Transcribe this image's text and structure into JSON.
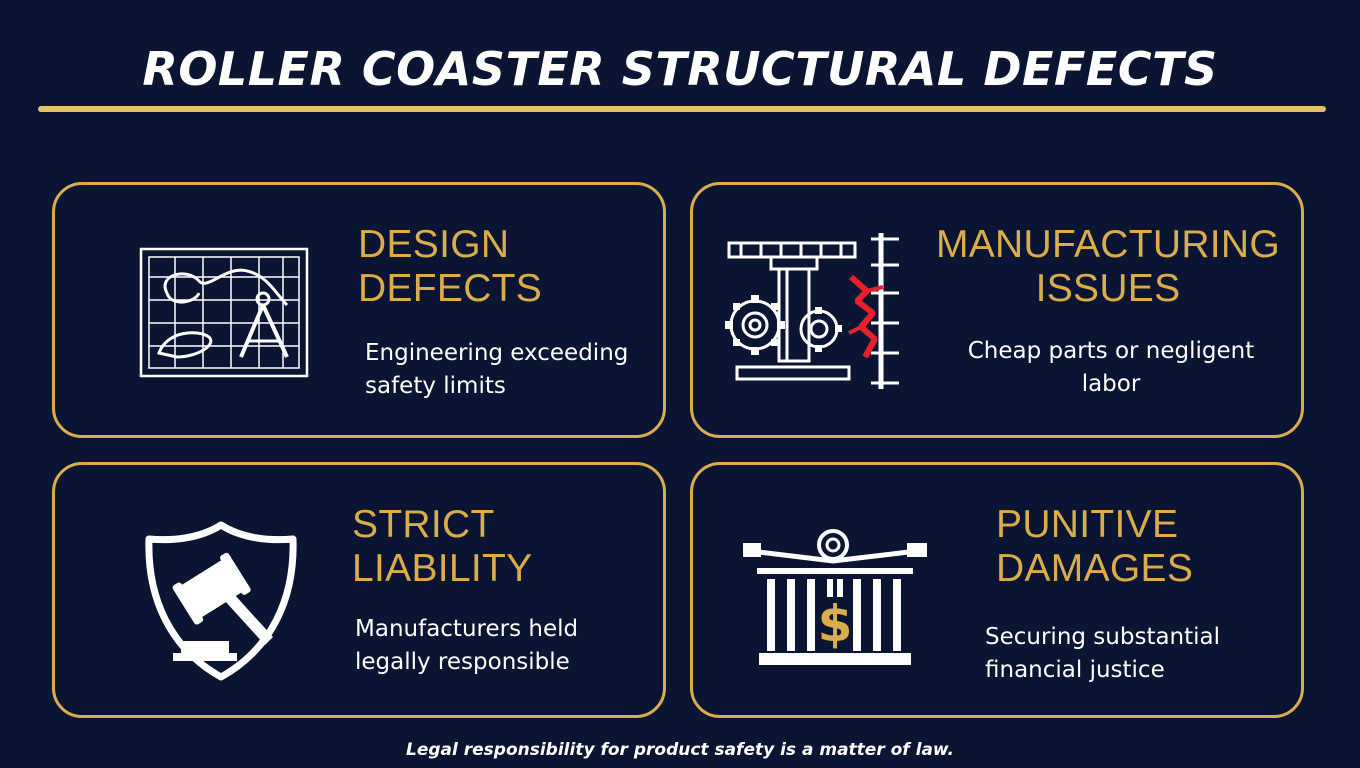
{
  "title": "ROLLER COASTER STRUCTURAL DEFECTS",
  "colors": {
    "background": "#0b1433",
    "accent": "#d9ac4c",
    "text": "#ffffff",
    "crack": "#e8202a"
  },
  "cards": [
    {
      "heading": [
        "DESIGN",
        "DEFECTS"
      ],
      "description": [
        "Engineering exceeding",
        "safety limits"
      ],
      "icon": "blueprint-compass-icon"
    },
    {
      "heading": [
        "MANUFACTURING",
        "ISSUES"
      ],
      "description": [
        "Cheap parts or negligent",
        "labor"
      ],
      "icon": "gears-cracked-beam-icon"
    },
    {
      "heading": [
        "STRICT",
        "LIABILITY"
      ],
      "description": [
        "Manufacturers held",
        "legally responsible"
      ],
      "icon": "shield-gavel-icon"
    },
    {
      "heading": [
        "PUNITIVE",
        "DAMAGES"
      ],
      "description": [
        "Securing substantial",
        "financial justice"
      ],
      "icon": "courthouse-dollar-icon"
    }
  ],
  "footer": "Legal responsibility for product safety is a matter of law."
}
